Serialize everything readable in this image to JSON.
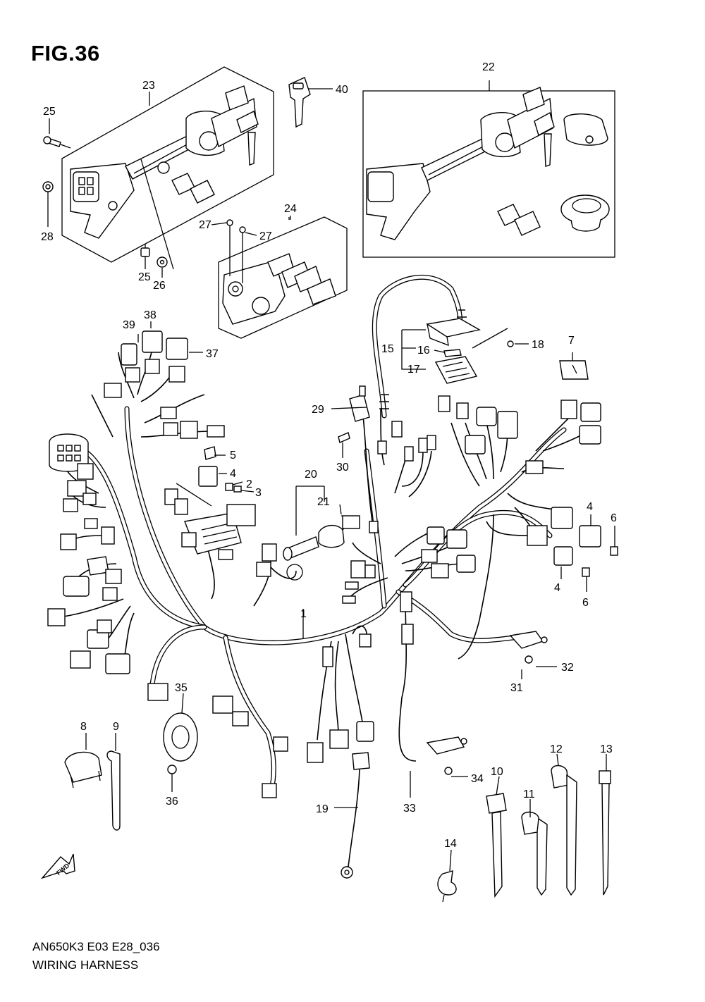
{
  "figure": {
    "title": "FIG.36",
    "code": "AN650K3 E03 E28_036",
    "name": "WIRING HARNESS"
  },
  "direction_tag": "FWD",
  "callouts": [
    {
      "id": "c1",
      "label": "1"
    },
    {
      "id": "c2",
      "label": "2"
    },
    {
      "id": "c3",
      "label": "3"
    },
    {
      "id": "c4a",
      "label": "4"
    },
    {
      "id": "c4b",
      "label": "4"
    },
    {
      "id": "c4c",
      "label": "4"
    },
    {
      "id": "c5",
      "label": "5"
    },
    {
      "id": "c6a",
      "label": "6"
    },
    {
      "id": "c6b",
      "label": "6"
    },
    {
      "id": "c7",
      "label": "7"
    },
    {
      "id": "c8",
      "label": "8"
    },
    {
      "id": "c9",
      "label": "9"
    },
    {
      "id": "c10",
      "label": "10"
    },
    {
      "id": "c11",
      "label": "11"
    },
    {
      "id": "c12",
      "label": "12"
    },
    {
      "id": "c13",
      "label": "13"
    },
    {
      "id": "c14",
      "label": "14"
    },
    {
      "id": "c15",
      "label": "15"
    },
    {
      "id": "c16",
      "label": "16"
    },
    {
      "id": "c17",
      "label": "17"
    },
    {
      "id": "c18",
      "label": "18"
    },
    {
      "id": "c19",
      "label": "19"
    },
    {
      "id": "c20",
      "label": "20"
    },
    {
      "id": "c21",
      "label": "21"
    },
    {
      "id": "c22",
      "label": "22"
    },
    {
      "id": "c23",
      "label": "23"
    },
    {
      "id": "c24",
      "label": "24"
    },
    {
      "id": "c25a",
      "label": "25"
    },
    {
      "id": "c25b",
      "label": "25"
    },
    {
      "id": "c26",
      "label": "26"
    },
    {
      "id": "c27a",
      "label": "27"
    },
    {
      "id": "c27b",
      "label": "27"
    },
    {
      "id": "c28",
      "label": "28"
    },
    {
      "id": "c29",
      "label": "29"
    },
    {
      "id": "c30",
      "label": "30"
    },
    {
      "id": "c31",
      "label": "31"
    },
    {
      "id": "c32",
      "label": "32"
    },
    {
      "id": "c33",
      "label": "33"
    },
    {
      "id": "c34",
      "label": "34"
    },
    {
      "id": "c35",
      "label": "35"
    },
    {
      "id": "c36",
      "label": "36"
    },
    {
      "id": "c37",
      "label": "37"
    },
    {
      "id": "c38",
      "label": "38"
    },
    {
      "id": "c39",
      "label": "39"
    },
    {
      "id": "c40",
      "label": "40"
    }
  ]
}
